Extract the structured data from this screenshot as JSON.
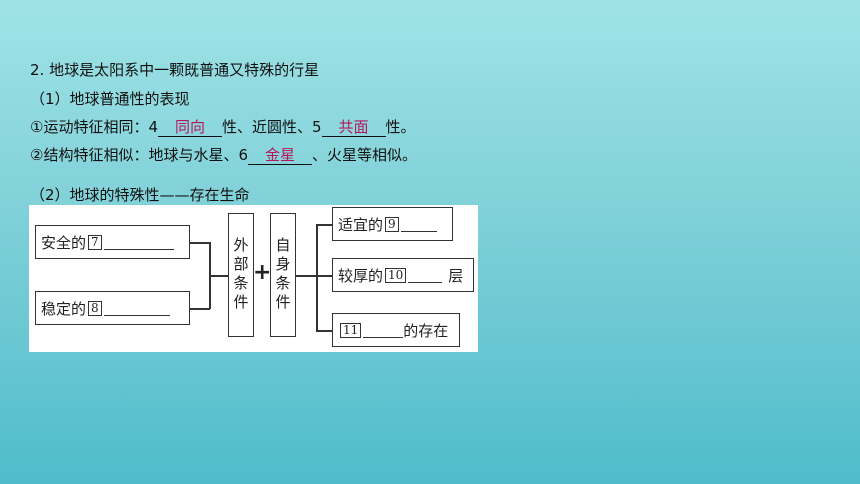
{
  "heading": "2. 地球是太阳系中一颗既普通又特殊的行星",
  "section1": {
    "title": "（1）地球普通性的表现",
    "motion": {
      "prefix": "①运动特征相同：4",
      "answer1": "同向",
      "mid": "性、近圆性、5",
      "answer2": "共面",
      "suffix": "性。"
    },
    "structure": {
      "prefix": "②结构特征相似：地球与水星、6",
      "answer": "金星",
      "suffix": "、火星等相似。"
    }
  },
  "section2": {
    "title": "（2）地球的特殊性——存在生命"
  },
  "diagram": {
    "left_box_1": {
      "text": "安全的",
      "num": "7"
    },
    "left_box_2": {
      "text": "稳定的",
      "num": "8"
    },
    "external": "外部条件",
    "plus": "+",
    "internal": "自身条件",
    "right_box_1": {
      "text": "适宜的",
      "num": "9"
    },
    "right_box_2": {
      "text": "较厚的",
      "num": "10",
      "suffix": "层"
    },
    "right_box_3": {
      "num": "11",
      "suffix": "的存在"
    }
  },
  "colors": {
    "answer": "#b5175a",
    "bg_top": "#9fe3e6",
    "bg_bottom": "#4fbccb"
  }
}
